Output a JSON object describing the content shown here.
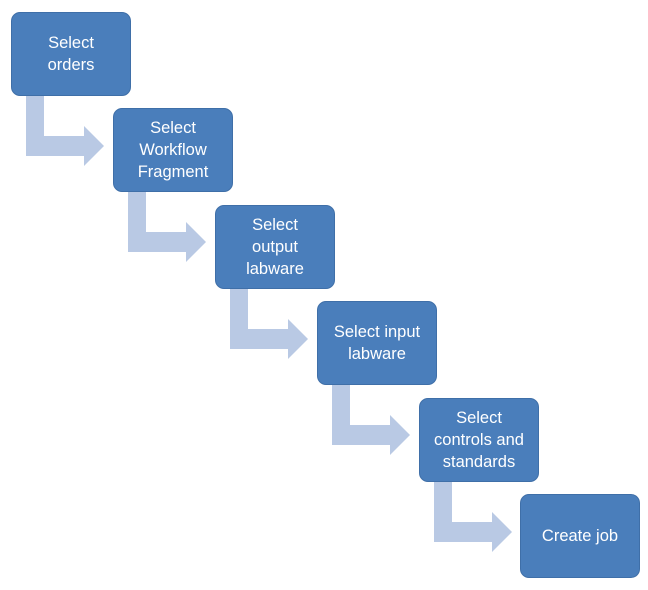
{
  "diagram": {
    "steps": [
      {
        "label": "Select\norders"
      },
      {
        "label": "Select\nWorkflow\nFragment"
      },
      {
        "label": "Select\noutput\nlabware"
      },
      {
        "label": "Select input\nlabware"
      },
      {
        "label": "Select\ncontrols and\nstandards"
      },
      {
        "label": "Create job"
      }
    ]
  },
  "colors": {
    "box_fill": "#4a7ebb",
    "box_border": "#3f6fa8",
    "box_text": "#ffffff",
    "arrow_fill": "#b9c9e4"
  }
}
